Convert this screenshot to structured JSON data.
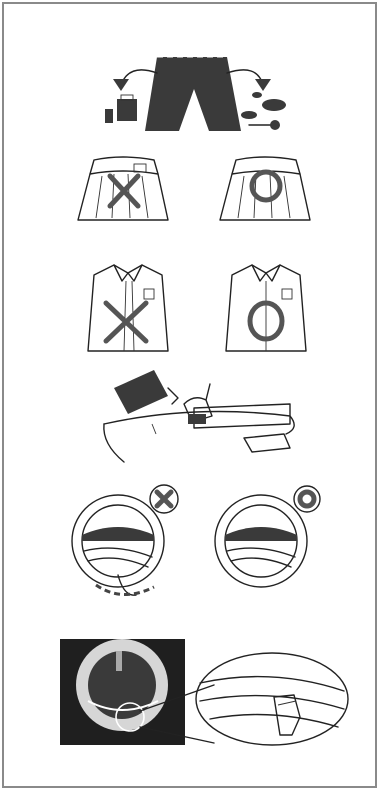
{
  "page": {
    "icons": [
      "empty-pockets-illustration",
      "belt-unbuckled-incorrect-icon",
      "belt-buckled-correct-icon",
      "shirt-unbuttoned-incorrect-icon",
      "shirt-buttoned-correct-icon",
      "pretreat-stain-illustration",
      "clothes-caught-in-door-incorrect-icon",
      "clothes-inside-drum-correct-icon",
      "door-gasket-check-illustration"
    ],
    "colors": {
      "border": "#8a8a8a",
      "ink": "#222222",
      "mark": "#555555",
      "fill": "#3a3a3a"
    }
  }
}
